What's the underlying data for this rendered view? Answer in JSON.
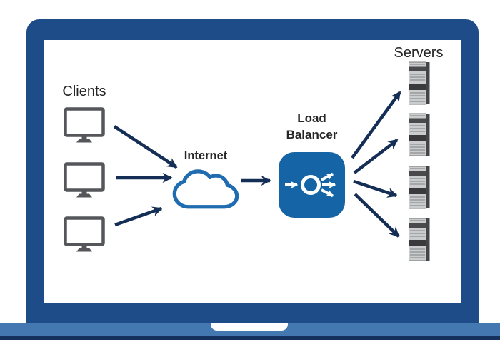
{
  "diagram": {
    "clients": {
      "label": "Clients",
      "count": 3,
      "icon": "desktop-monitor-icon"
    },
    "internet": {
      "label": "Internet",
      "icon": "cloud-icon"
    },
    "load_balancer": {
      "label": "Load Balancer",
      "icon": "load-balancer-distribution-icon"
    },
    "servers": {
      "label": "Servers",
      "count": 4,
      "icon": "server-rack-icon"
    },
    "connections": [
      {
        "from": "client-1",
        "to": "internet"
      },
      {
        "from": "client-2",
        "to": "internet"
      },
      {
        "from": "client-3",
        "to": "internet"
      },
      {
        "from": "internet",
        "to": "load-balancer"
      },
      {
        "from": "load-balancer",
        "to": "server-1"
      },
      {
        "from": "load-balancer",
        "to": "server-2"
      },
      {
        "from": "load-balancer",
        "to": "server-3"
      },
      {
        "from": "load-balancer",
        "to": "server-4"
      }
    ]
  },
  "colors": {
    "laptop_frame": "#1D4C88",
    "laptop_base": "#4478B0",
    "laptop_base_edge": "#14305C",
    "screen_background": "#FFFFFF",
    "arrow": "#142E55",
    "load_balancer_background": "#1565A6",
    "cloud_outline": "#1F6CB0",
    "device_gray": "#54565A",
    "label_text": "#262626"
  }
}
